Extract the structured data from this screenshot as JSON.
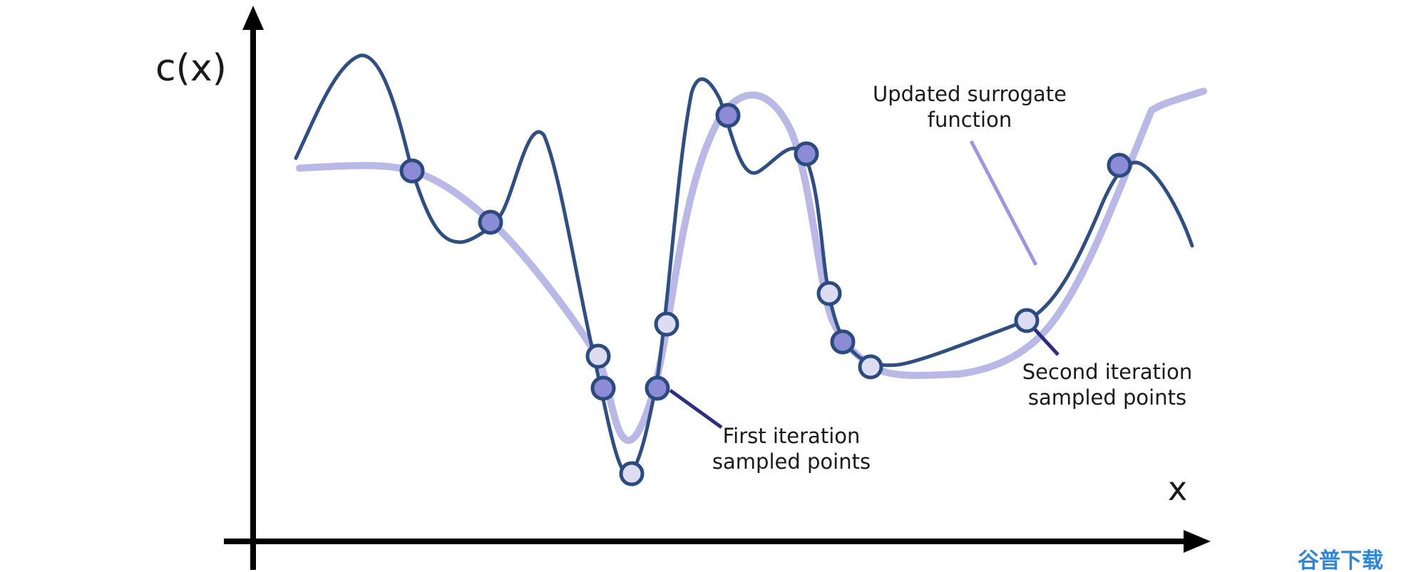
{
  "axes": {
    "y_label": "c(x)",
    "x_label": "x"
  },
  "annotations": {
    "surrogate": [
      "Updated surrogate",
      "function"
    ],
    "first_iteration": [
      "First iteration",
      "sampled points"
    ],
    "second_iteration": [
      "Second iteration",
      "sampled points"
    ]
  },
  "watermark": "谷普下载",
  "colors": {
    "true_function": "#2f4f82",
    "surrogate": "#b9b8e6",
    "first_iteration_point": "#8c8cd6",
    "second_iteration_point": "#dcdcf2",
    "point_outline": "#2a4a80",
    "pointer": "#2e2e80",
    "surrogate_pointer": "#9b99dc",
    "axis": "#000000",
    "watermark": "#2f86d6"
  }
}
